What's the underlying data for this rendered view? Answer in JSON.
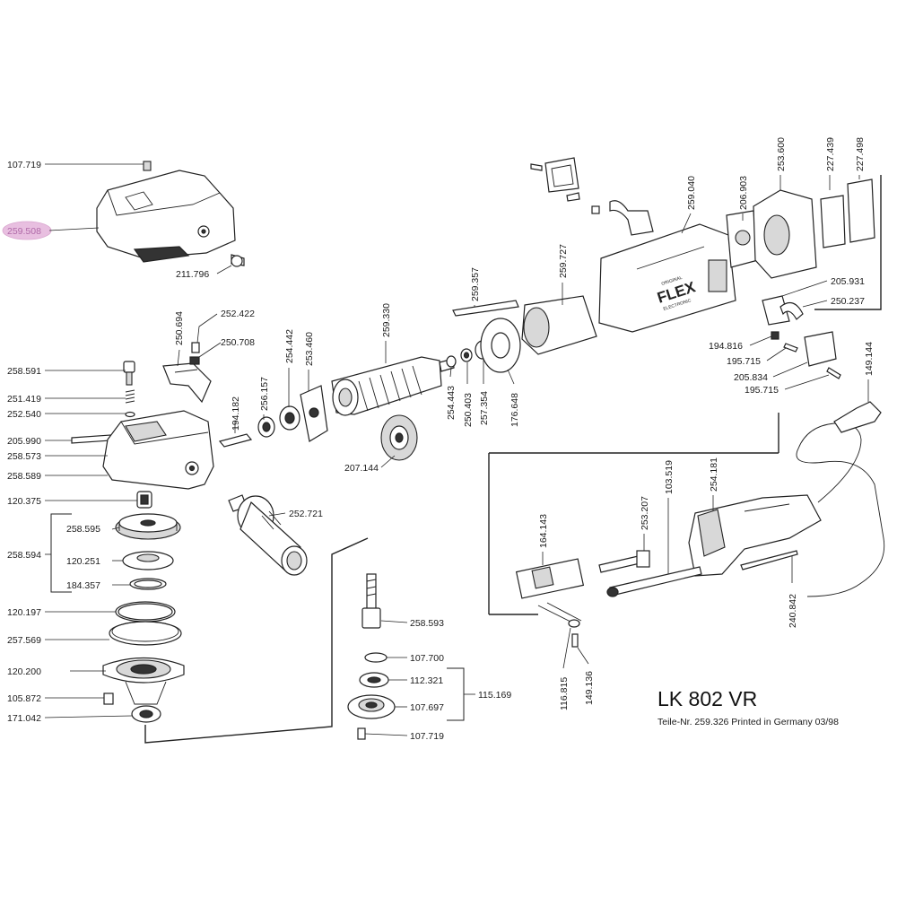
{
  "title": "LK 802 VR",
  "subtitle": "Teile-Nr. 259.326 Printed in Germany 03/98",
  "brand": {
    "name": "FLEX",
    "top_text": "ORIGINAL",
    "bottom_text": "ELECTRONIC"
  },
  "highlight_color": "#e8bfe0",
  "labels": {
    "l107719a": "107.719",
    "l259508": "259.508",
    "l211796": "211.796",
    "l250694": "250.694",
    "l252422": "252.422",
    "l250708": "250.708",
    "l258591": "258.591",
    "l251419": "251.419",
    "l252540": "252.540",
    "l205990": "205.990",
    "l258573": "258.573",
    "l258589": "258.589",
    "l120375": "120.375",
    "l258595": "258.595",
    "l258594": "258.594",
    "l120251": "120.251",
    "l184357": "184.357",
    "l120197": "120.197",
    "l257569": "257.569",
    "l120200": "120.200",
    "l105872": "105.872",
    "l171042": "171.042",
    "l194182": "194.182",
    "l256157": "256.157",
    "l254442": "254.442",
    "l253460": "253.460",
    "l259330": "259.330",
    "l207144": "207.144",
    "l252721": "252.721",
    "l259357": "259.357",
    "l259727": "259.727",
    "l254443": "254.443",
    "l250403": "250.403",
    "l257354": "257.354",
    "l176648": "176.648",
    "l259040": "259.040",
    "l206903": "206.903",
    "l253600": "253.600",
    "l227439": "227.439",
    "l227498": "227.498",
    "l205931": "205.931",
    "l250237": "250.237",
    "l194816": "194.816",
    "l195715a": "195.715",
    "l205834": "205.834",
    "l195715b": "195.715",
    "l149144": "149.144",
    "l164143": "164.143",
    "l253207": "253.207",
    "l103519": "103.519",
    "l254181": "254.181",
    "l240842": "240.842",
    "l116815": "116.815",
    "l149136": "149.136",
    "l258593": "258.593",
    "l107700": "107.700",
    "l112321": "112.321",
    "l107697": "107.697",
    "l107719b": "107.719",
    "l115169": "115.169"
  }
}
